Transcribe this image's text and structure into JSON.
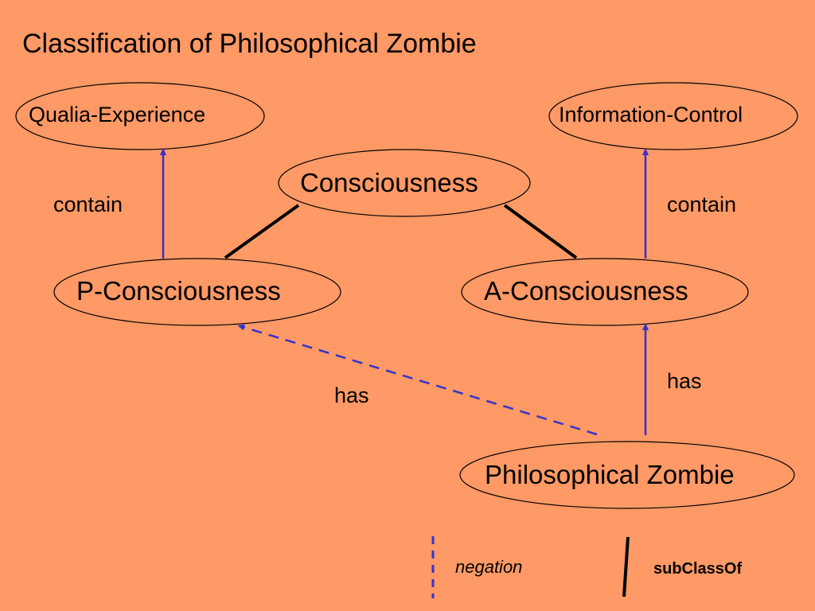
{
  "title": "Classification of Philosophical Zombie",
  "colors": {
    "background": "#FF9966",
    "contain_arrow": "#3333CC",
    "negation_arrow": "#3333CC",
    "subclass_line": "#000000",
    "node_outline": "#000000"
  },
  "nodes": {
    "qualia": "Qualia-Experience",
    "information": "Information-Control",
    "consciousness": "Consciousness",
    "p_consciousness": "P-Consciousness",
    "a_consciousness": "A-Consciousness",
    "zombie": "Philosophical Zombie"
  },
  "edge_labels": {
    "contain_left": "contain",
    "contain_right": "contain",
    "has_negation": "has",
    "has_right": "has"
  },
  "legend": {
    "negation": "negation",
    "subclass": "subClassOf"
  }
}
